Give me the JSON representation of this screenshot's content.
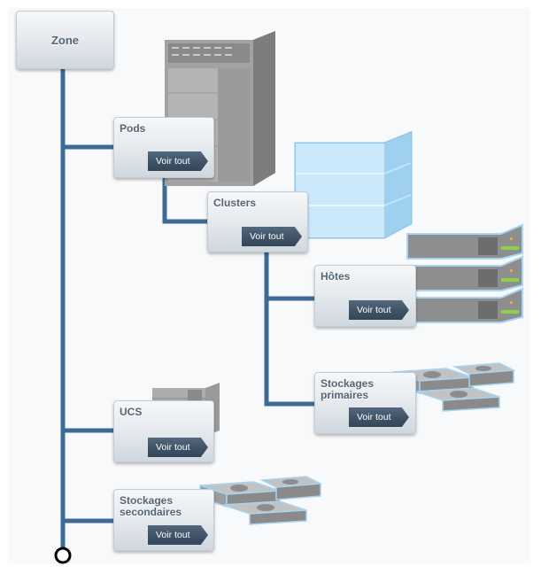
{
  "zone": {
    "label": "Zone"
  },
  "pods": {
    "label": "Pods",
    "button": "Voir tout"
  },
  "clusters": {
    "label": "Clusters",
    "button": "Voir tout"
  },
  "hosts": {
    "label": "Hôtes",
    "button": "Voir tout"
  },
  "primary_storage": {
    "label": "Stockages\nprimaires",
    "button": "Voir tout"
  },
  "ucs": {
    "label": "UCS",
    "button": "Voir tout"
  },
  "secondary_storage": {
    "label": "Stockages\nsecondaires",
    "button": "Voir tout"
  },
  "colors": {
    "line": "#3e6b95",
    "button": "#3f5266",
    "glow": "#8cc8f0",
    "led": "#8fd04a"
  },
  "icons": {
    "pods": "server-rack-icon",
    "clusters": "cluster-box-icon",
    "hosts": "host-servers-icon",
    "primary_storage": "disk-drives-icon",
    "ucs": "ucs-chassis-icon",
    "secondary_storage": "disk-drives-icon"
  }
}
